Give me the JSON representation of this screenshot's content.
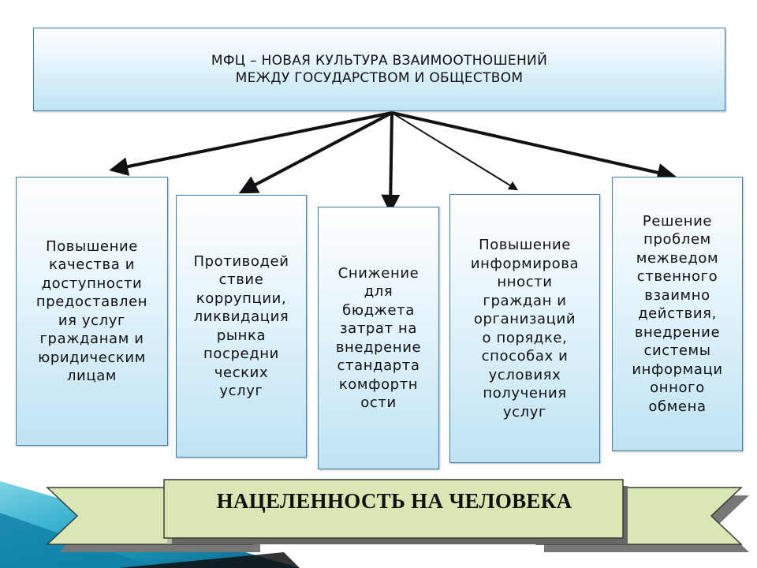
{
  "header": {
    "title": "МФЦ – НОВАЯ КУЛЬТУРА ВЗАИМООТНОШЕНИЙ\nМЕЖДУ ГОСУДАРСТВОМ И ОБЩЕСТВОМ"
  },
  "cards": [
    {
      "text": "Повышение\nкачества и\nдоступности\nпредоставлен\nия услуг\nгражданам и\nюридическим\nлицам"
    },
    {
      "text": "Противодей\nствие\nкоррупции,\nликвидация\nрынка\nпосредни\nческих\nуслуг"
    },
    {
      "text": "Снижение\nдля\nбюджета\nзатрат на\nвнедрение\nстандарта\nкомфортн\nости"
    },
    {
      "text": "Повышение\nинформирова\nнности\nграждан и\nорганизаций\nо порядке,\nспособах и\nусловиях\nполучения\nуслуг"
    },
    {
      "text": "Решение\nпроблем\nмежведом\nственного\nвзаимно\nдействия,\nвнедрение\nсистемы\nинформаци\nонного\nобмена"
    }
  ],
  "banner": {
    "title": "НАЦЕЛЕННОСТЬ НА ЧЕЛОВЕКА"
  },
  "colors": {
    "box_border": "#3f7fa6",
    "box_gradient_bottom": "#bfe3f4",
    "ribbon_fill": "#d8e7b4",
    "corner_accent": "#1aa3c4",
    "arrow": "#111111"
  }
}
